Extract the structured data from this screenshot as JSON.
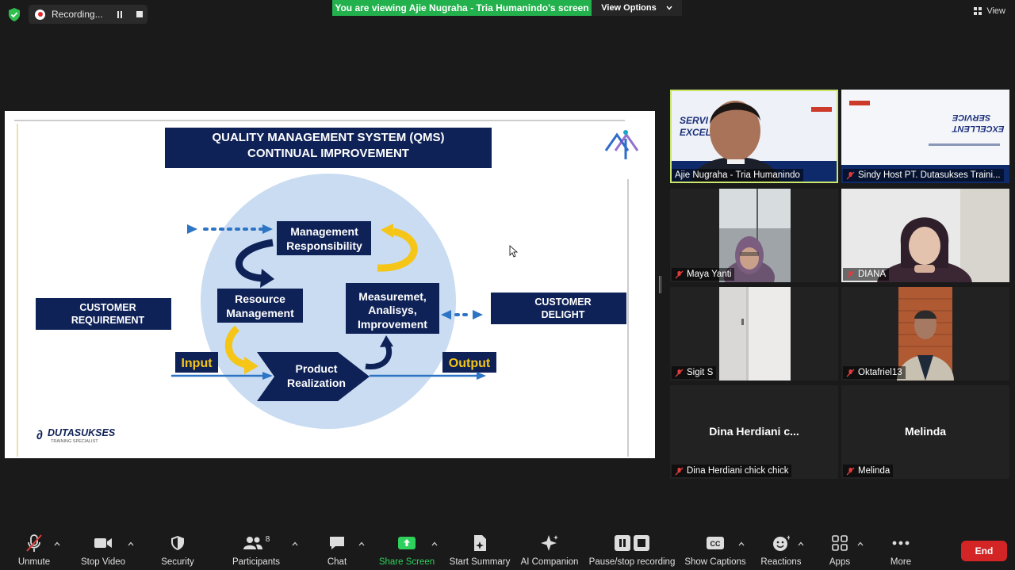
{
  "topbar": {
    "recording_label": "Recording...",
    "viewing_banner": "You are viewing Ajie Nugraha - Tria Humanindo's screen",
    "view_options_label": "View Options",
    "view_label": "View"
  },
  "slide": {
    "title_line1": "QUALITY MANAGEMENT SYSTEM (QMS)",
    "title_line2": "CONTINUAL IMPROVEMENT",
    "customer_requirement": [
      "CUSTOMER",
      "REQUIREMENT"
    ],
    "customer_delight": [
      "CUSTOMER",
      "DELIGHT"
    ],
    "management_responsibility": [
      "Management",
      "Responsibility"
    ],
    "resource_management": [
      "Resource",
      "Management"
    ],
    "measurement": [
      "Measuremet,",
      "Analisys,",
      "Improvement"
    ],
    "product_realization": [
      "Product",
      "Realization"
    ],
    "input_label": "Input",
    "output_label": "Output",
    "brand_name": "DUTASUKSES",
    "brand_tagline": "TRAINING SPECIALIST",
    "colors": {
      "navy": "#0f2257",
      "circle": "#c9dcf2",
      "yellow": "#f5c518",
      "blue_arrow": "#2d74c4"
    }
  },
  "participants": [
    {
      "name": "Ajie Nugraha - Tria Humanindo",
      "active": true,
      "muted": false
    },
    {
      "name": "Sindy Host PT. Dutasukses Traini...",
      "muted": true
    },
    {
      "name": "Maya Yanti",
      "muted": true
    },
    {
      "name": "DIANA",
      "muted": true
    },
    {
      "name": "Sigit S",
      "muted": true
    },
    {
      "name": "Oktafriel13",
      "muted": true
    },
    {
      "name": "Dina Herdiani chick chick",
      "display_center": "Dina  Herdiani  c...",
      "muted": true
    },
    {
      "name": "Melinda",
      "display_center": "Melinda",
      "muted": true
    }
  ],
  "tile_thumb": {
    "service_line1": "SERVICE",
    "service_line2": "EXCELLENT",
    "service_partial1": "SERVI",
    "service_partial2": "EXCEL"
  },
  "toolbar": {
    "unmute": "Unmute",
    "stop_video": "Stop Video",
    "security": "Security",
    "participants": "Participants",
    "participants_count": "8",
    "chat": "Chat",
    "share_screen": "Share Screen",
    "start_summary": "Start Summary",
    "ai_companion": "AI Companion",
    "pause_recording": "Pause/stop recording",
    "show_captions": "Show Captions",
    "reactions": "Reactions",
    "apps": "Apps",
    "more": "More",
    "end": "End"
  }
}
